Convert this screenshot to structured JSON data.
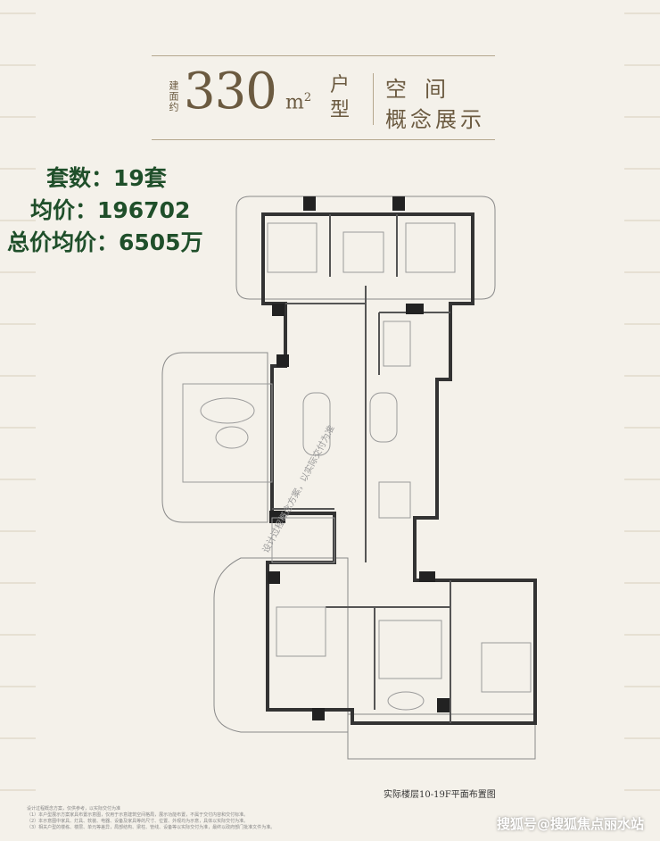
{
  "header": {
    "approx_label": "建面约",
    "area_value": "330",
    "area_unit": "m",
    "area_unit_sup": "2",
    "unit_type_label": "户型",
    "concept_line1": "空间",
    "concept_line2": "概念展示"
  },
  "stats": {
    "sets": "套数：19套",
    "avg_price": "均价：196702",
    "total_price": "总价均价：6505万"
  },
  "plan": {
    "watermark_text": "设计过程概念方案，以实际交付为准",
    "caption": "实际楼层10-19F平面布置图"
  },
  "notes": [
    "设计过程概念方案，仅供参考，以实际交付为准",
    "（1）本户型展示方案家具布置示意图，仅用于示意建筑空间格局，展示功能布置，不属于交付内容和交付标准。",
    "（2）本示意图中家具、灯具、软装、电器、设备及家具等的尺寸、位置、外观均为示意，具体以实际交付为准。",
    "（3）相关户型的楼栋、楼层、单元等差异，局部结构、梁柱、管线、设备等以实际交付为准，最终以政府部门批准文件为准。"
  ],
  "source_watermark": "搜狐号@搜狐焦点丽水站",
  "colors": {
    "title_brown": "#6b5a40",
    "stats_green": "#1f4f2a",
    "background": "#f4f1ea",
    "wall": "#333333"
  }
}
